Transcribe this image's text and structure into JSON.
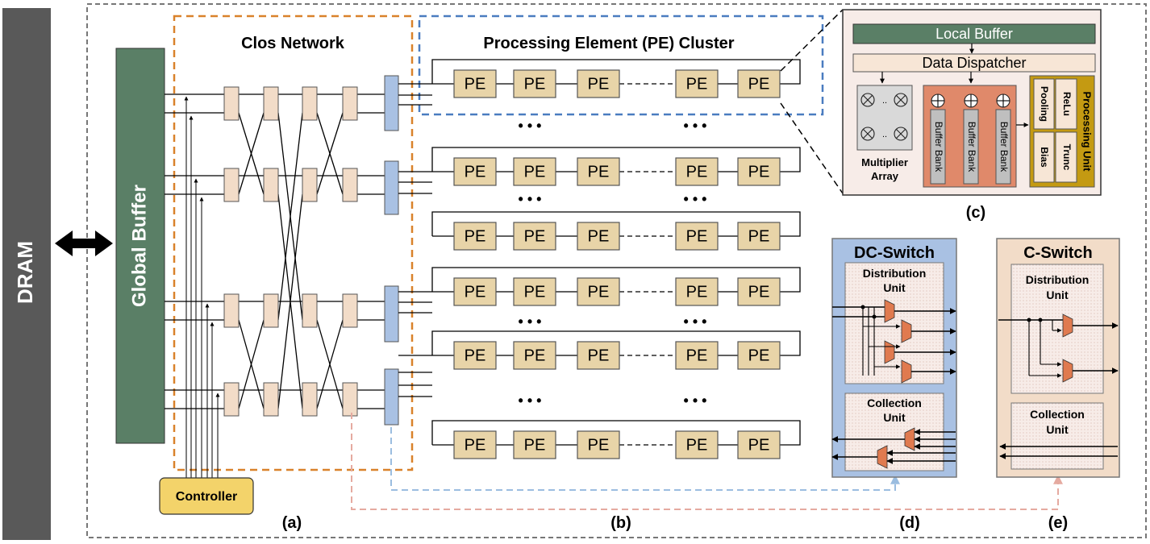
{
  "labels": {
    "dram": "DRAM",
    "global_buffer": "Global Buffer",
    "clos_network": "Clos Network",
    "pe_cluster": "Processing Element (PE) Cluster",
    "controller": "Controller",
    "pe": "PE",
    "dots": "• • •",
    "local_buffer": "Local Buffer",
    "data_dispatcher": "Data Dispatcher",
    "multiplier_array_1": "Multiplier",
    "multiplier_array_2": "Array",
    "buffer_bank": "Buffer Bank",
    "processing_unit": "Processing Unit",
    "pooling": "Pooling",
    "relu": "ReLu",
    "bias": "Bias",
    "trunc": "Trunc",
    "dc_switch": "DC-Switch",
    "c_switch": "C-Switch",
    "distribution_unit_1": "Distribution",
    "distribution_unit_2": "Unit",
    "collection_unit_1": "Collection",
    "collection_unit_2": "Unit",
    "panel_a": "(a)",
    "panel_b": "(b)",
    "panel_c": "(c)",
    "panel_d": "(d)",
    "panel_e": "(e)"
  },
  "colors": {
    "dram": "#595959",
    "global_buffer": "#5a7f66",
    "switch_tan": "#f2dcc8",
    "switch_blue": "#a9c1e3",
    "pe": "#e8d4a8",
    "controller": "#f3d36a",
    "local_buffer": "#5a7f66",
    "dispatcher": "#f7e6d6",
    "multiplier": "#d9d9d9",
    "buffer_bank_bg": "#e0896a",
    "processing_unit_bg": "#c49a12",
    "dc_switch_bg": "#a9c1e3",
    "c_switch_bg": "#f2dcc8",
    "mux": "#e07a4f",
    "clos_border": "#d9822b",
    "pe_cluster_border": "#4a7cc0",
    "blue_dashed": "#9bbde0",
    "pink_dashed": "#e5aaa0"
  }
}
